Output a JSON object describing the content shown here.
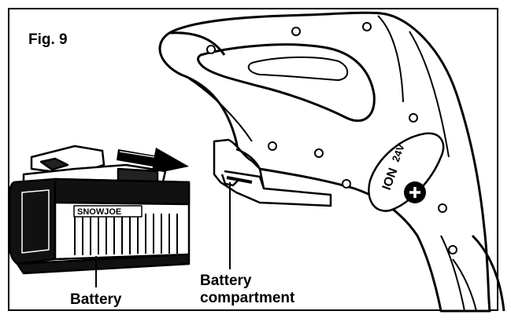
{
  "figure": {
    "label": "Fig. 9"
  },
  "callouts": {
    "battery": "Battery",
    "compartment_line1": "Battery",
    "compartment_line2": "compartment"
  },
  "product_markings": {
    "brand": "SNOWJOE",
    "badge_top": "24V",
    "badge_bottom": "ION"
  }
}
